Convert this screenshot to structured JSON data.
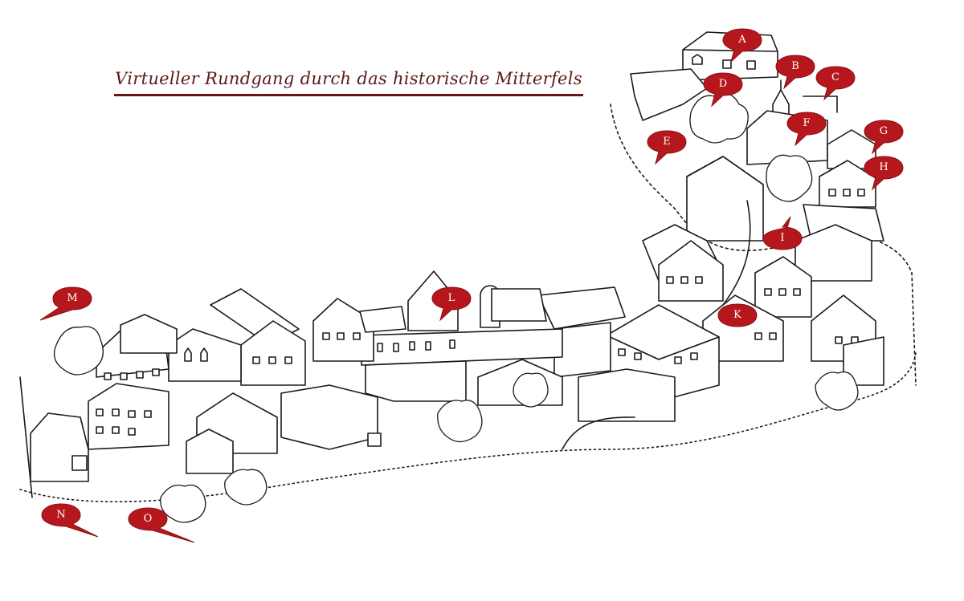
{
  "map": {
    "title": "Virtueller Rundgang durch das historische Mitterfels",
    "marker_color": "#b5171c",
    "line_color": "#1a1a1a",
    "title_color": "#5a1a1a",
    "markers": [
      {
        "letter": "A"
      },
      {
        "letter": "B"
      },
      {
        "letter": "C"
      },
      {
        "letter": "D"
      },
      {
        "letter": "E"
      },
      {
        "letter": "F"
      },
      {
        "letter": "G"
      },
      {
        "letter": "H"
      },
      {
        "letter": "I"
      },
      {
        "letter": "K"
      },
      {
        "letter": "L"
      },
      {
        "letter": "M"
      },
      {
        "letter": "N"
      },
      {
        "letter": "O"
      }
    ]
  }
}
